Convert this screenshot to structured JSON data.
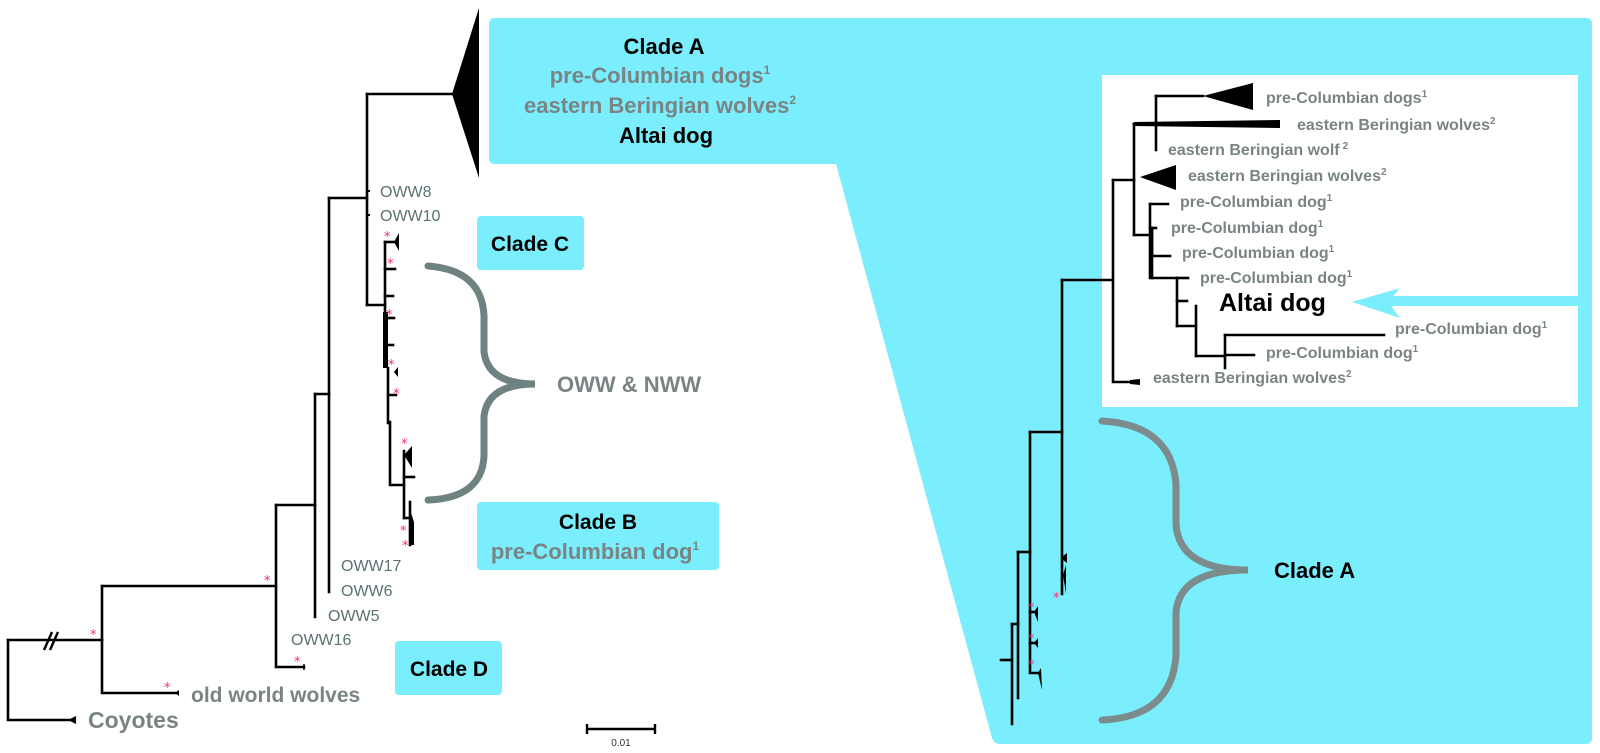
{
  "colors": {
    "highlight": "#7beefe",
    "branch": "#000000",
    "support_star": "#ff2a6a",
    "label_gray": "#5a7272",
    "brace": "#6f8282"
  },
  "left_tree": {
    "outgroup": "Coyotes",
    "old_world_wolves": "old world wolves",
    "tips": [
      "OWW8",
      "OWW10",
      "OWW17",
      "OWW6",
      "OWW5",
      "OWW16"
    ],
    "bracket_label": "OWW & NWW",
    "support_marker": "*"
  },
  "clade_boxes": {
    "clade_a": {
      "title": "Clade A",
      "lines": [
        {
          "text": "pre-Columbian dogs",
          "sup": "1"
        },
        {
          "text": "eastern Beringian wolves",
          "sup": "2"
        }
      ],
      "last": "Altai dog"
    },
    "clade_b": {
      "title": "Clade B",
      "line": {
        "text": "pre-Columbian dog",
        "sup": "1"
      }
    },
    "clade_c": {
      "title": "Clade C"
    },
    "clade_d": {
      "title": "Clade D"
    }
  },
  "scale_bar": {
    "label": "0.01"
  },
  "inset_tree": {
    "tips": [
      {
        "text": "pre-Columbian dogs",
        "sup": "1"
      },
      {
        "text": "eastern Beringian wolves",
        "sup": "2"
      },
      {
        "text": "eastern Beringian wolf",
        "sup": "2"
      },
      {
        "text": "eastern Beringian wolves",
        "sup": "2"
      },
      {
        "text": "pre-Columbian dog",
        "sup": "1"
      },
      {
        "text": "pre-Columbian dog",
        "sup": "1"
      },
      {
        "text": "pre-Columbian dog",
        "sup": "1"
      },
      {
        "text": "pre-Columbian dog",
        "sup": "1"
      },
      {
        "text": "pre-Columbian dog",
        "sup": "1"
      },
      {
        "text": "pre-Columbian dog",
        "sup": "1"
      },
      {
        "text": "eastern Beringian wolves",
        "sup": "2"
      }
    ],
    "highlight": "Altai dog"
  },
  "right_bracket_label": "Clade A"
}
